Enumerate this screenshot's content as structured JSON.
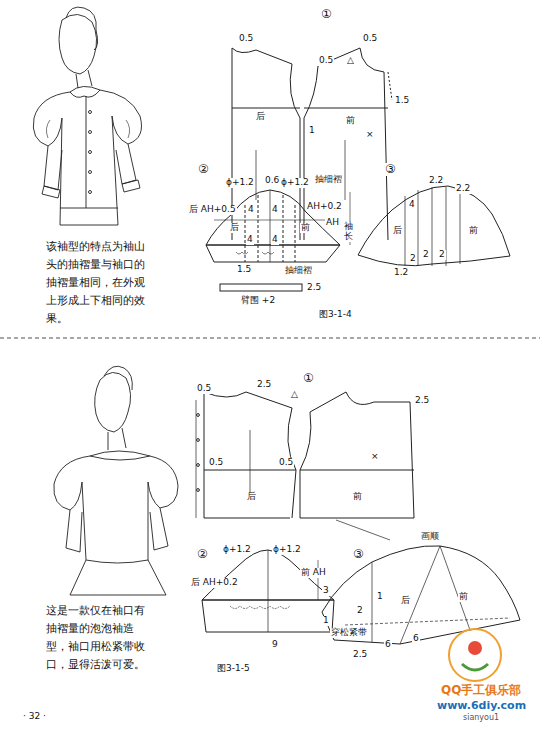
{
  "diagram": {
    "labels": [
      "①",
      "0.5",
      "0.5",
      "0.5",
      "△",
      "1.5",
      "后",
      "前",
      "1",
      "×",
      "②",
      "③",
      "ϕ+1.2",
      "0.6",
      "ϕ+1.2",
      "抽细褶",
      "后 AH+0.5",
      "4",
      "4",
      "后",
      "前",
      "AH+0.2",
      "AH",
      "袖长",
      "4",
      "4",
      "1.5",
      "抽细褶",
      "2.5",
      "臂围 +2",
      "2.2",
      "2.2",
      "4",
      "后",
      "前",
      "2",
      "2",
      "2",
      "1.2",
      "图3-1-4",
      "该袖型的特点为袖山头的抽褶量与袖口的抽褶量相同，在外观上形成上下相同的效果。",
      "①",
      "0.5",
      "2.5",
      "△",
      "2.5",
      "0.5",
      "0.5",
      "后",
      "前",
      "×",
      "②",
      "③",
      "ϕ+1.2",
      "ϕ+1.2",
      "后 AH+0.2",
      "前 AH",
      "3",
      "9",
      "画顺",
      "1",
      "2",
      "后",
      "前",
      "穿松紧带",
      "1",
      "6",
      "2.5",
      "6",
      "图3-1-5",
      "这是一款仅在袖口有抽褶量的泡泡袖造型，袖口用松紧带收口，显得活泼可爱。",
      "· 32 ·",
      "QQ手工俱乐部",
      "www.6diy.com",
      "sianyou1"
    ]
  }
}
